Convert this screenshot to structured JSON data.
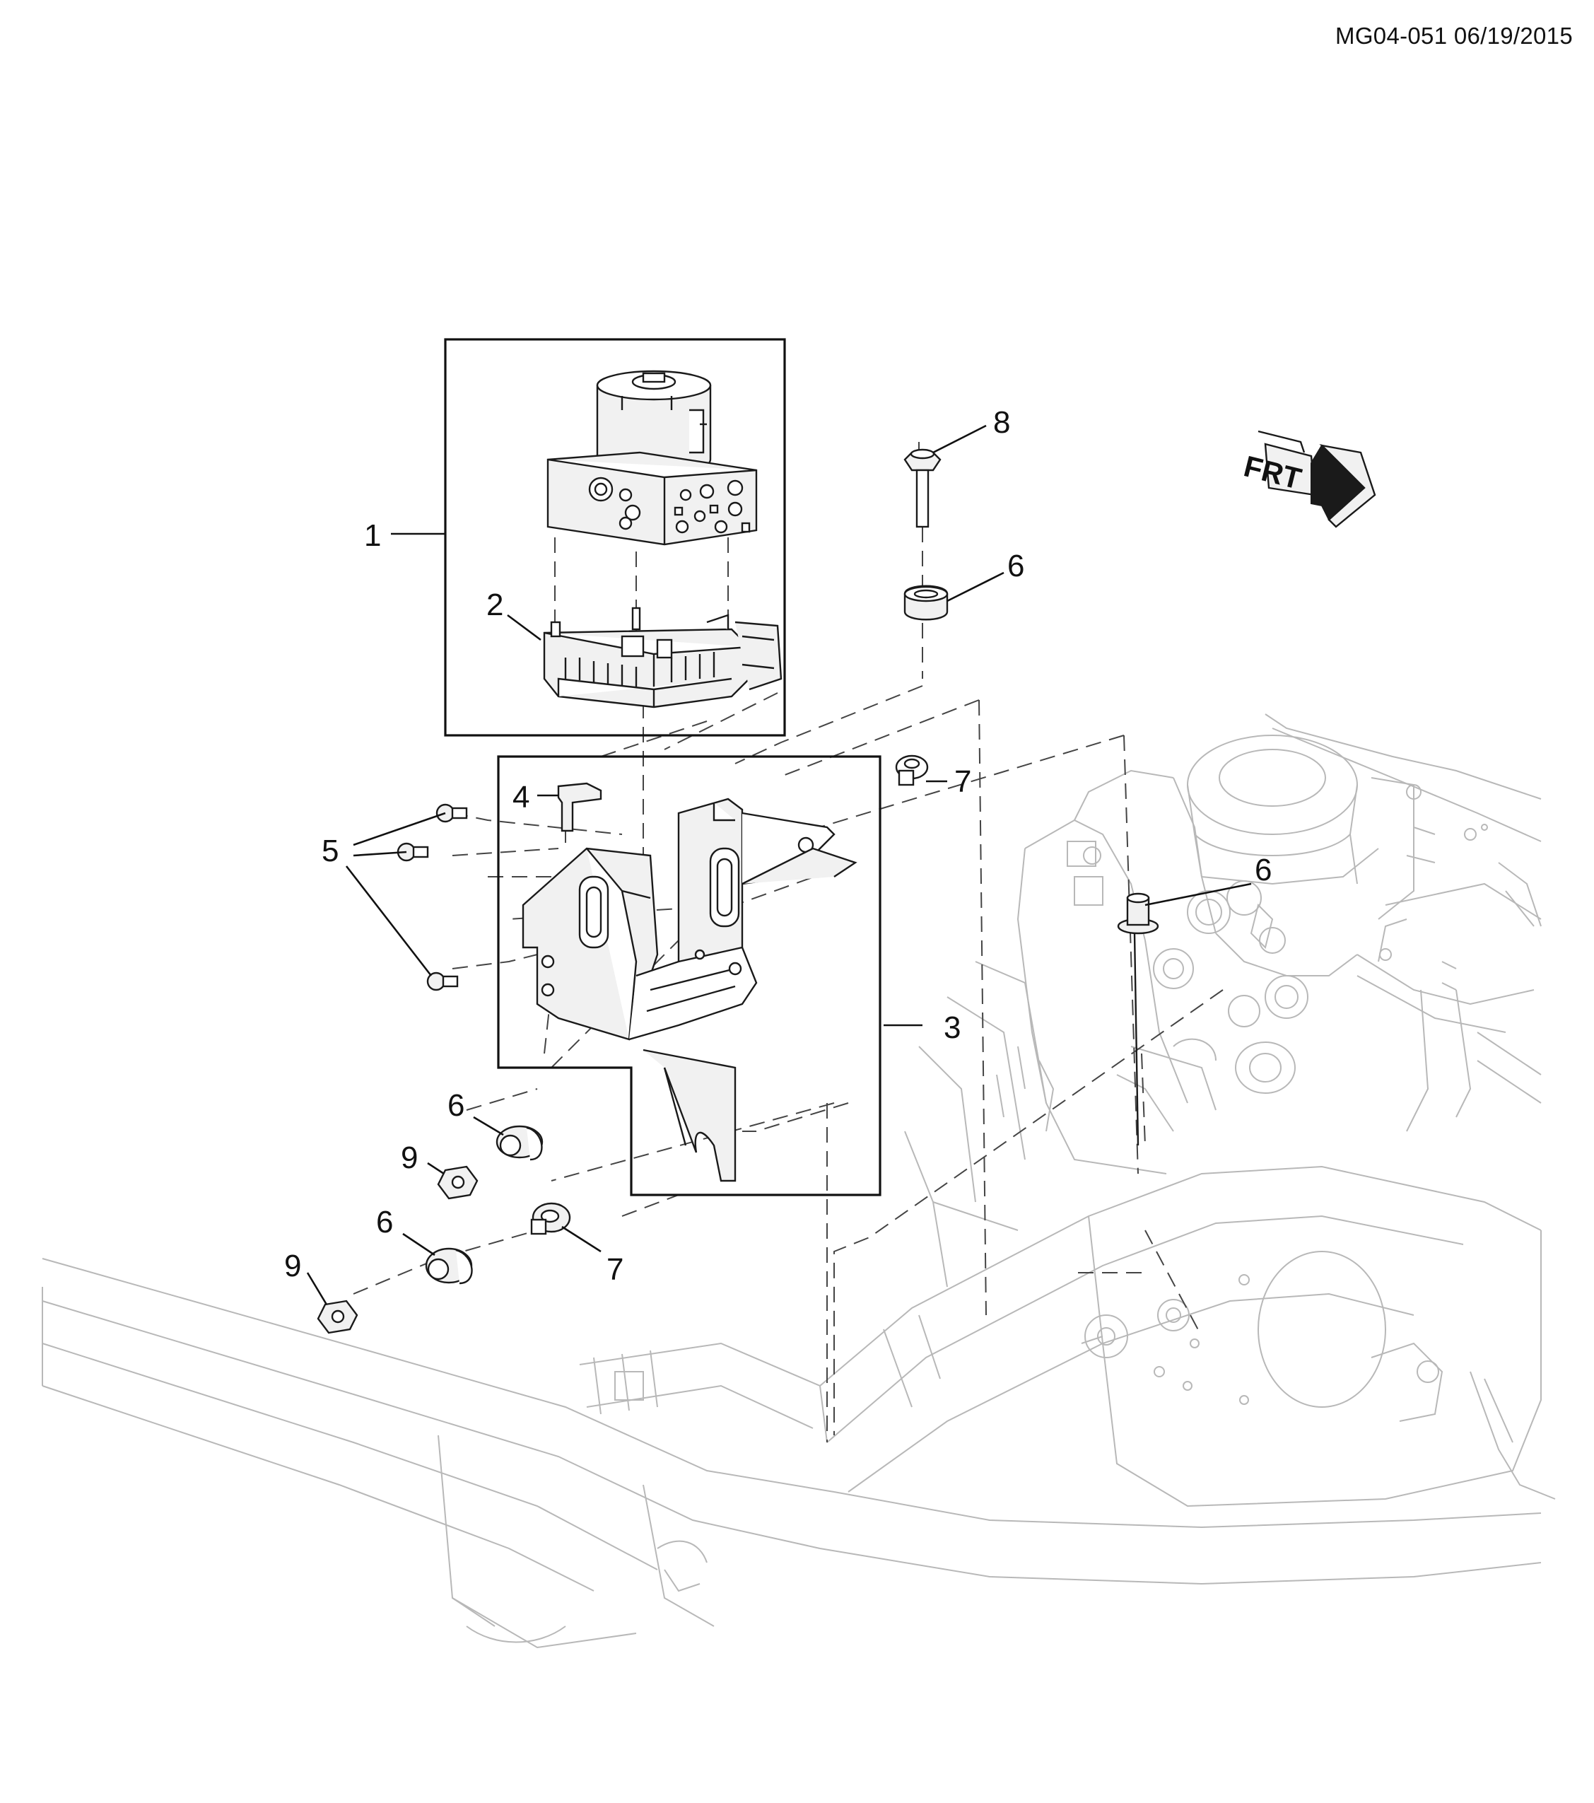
{
  "header": {
    "drawing_id": "MG04-051 06/19/2015"
  },
  "orientation": {
    "label": "FRT"
  },
  "callouts": [
    {
      "id": "c1",
      "label": "1"
    },
    {
      "id": "c2",
      "label": "2"
    },
    {
      "id": "c3",
      "label": "3"
    },
    {
      "id": "c4",
      "label": "4"
    },
    {
      "id": "c5",
      "label": "5"
    },
    {
      "id": "c6a",
      "label": "6"
    },
    {
      "id": "c6b",
      "label": "6"
    },
    {
      "id": "c6c",
      "label": "6"
    },
    {
      "id": "c6d",
      "label": "6"
    },
    {
      "id": "c7a",
      "label": "7"
    },
    {
      "id": "c7b",
      "label": "7"
    },
    {
      "id": "c8",
      "label": "8"
    },
    {
      "id": "c9a",
      "label": "9"
    },
    {
      "id": "c9b",
      "label": "9"
    }
  ],
  "colors": {
    "line": "#1a1a1a",
    "ghost": "#b8b8b8",
    "background": "#ffffff"
  }
}
